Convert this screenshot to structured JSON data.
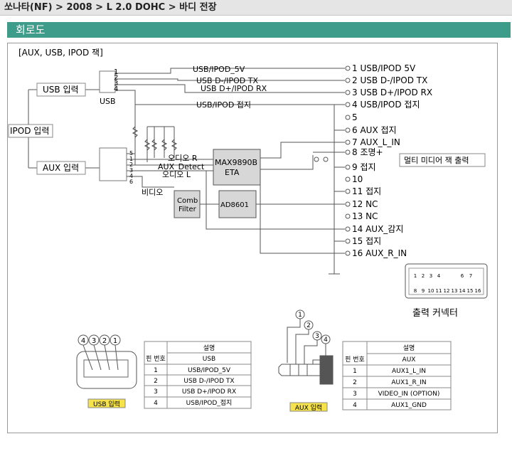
{
  "breadcrumb": "쏘나타(NF) > 2008 > L 2.0 DOHC > 바디 전장",
  "section_title": "회로도",
  "diagram": {
    "subtitle": "[AUX, USB, IPOD 잭]",
    "ipod_input": "IPOD 입력",
    "usb_input": "USB 입력",
    "aux_input": "AUX 입력",
    "usb_label": "USB",
    "usb_pins": [
      "1",
      "2",
      "3",
      "4"
    ],
    "aux_pins": [
      "5",
      "1",
      "2",
      "3",
      "4",
      "6"
    ],
    "wires": {
      "usb_5v": "USB/IPOD_5V",
      "usb_dminus": "USB D-/IPOD TX",
      "usb_dplus": "USB D+/IPOD RX",
      "usb_gnd": "USB/IPOD 접지",
      "audio_r": "오디오 R",
      "aux_detect": "AUX_Detect",
      "audio_l": "오디오 L",
      "video": "비디오"
    },
    "ic_max": "MAX9890B",
    "ic_max2": "ETA",
    "comb_filter1": "Comb",
    "comb_filter2": "Filter",
    "ic_ad": "AD8601",
    "output_pins": [
      "1 USB/IPOD 5V",
      "2 USB D-/IPOD TX",
      "3 USB D+/IPOD RX",
      "4 USB/IPOD 접지",
      "5",
      "6 AUX 접지",
      "7 AUX_L_IN",
      "8 조명+",
      "9 접지",
      "10",
      "11 접지",
      "12 NC",
      "13 NC",
      "14 AUX_감지",
      "15 접지",
      "16 AUX_R_IN"
    ],
    "multimedia_out": "멀티 미디어 잭 출력",
    "connector_caption": "출력 커넥터",
    "connector_top": [
      "1",
      "2",
      "3",
      "4",
      "",
      "6",
      "7"
    ],
    "connector_bottom": [
      "8",
      "9",
      "10",
      "11",
      "12",
      "13",
      "14",
      "15",
      "16"
    ],
    "usb_connector_numbers": [
      "4",
      "3",
      "2",
      "1"
    ],
    "usb_caption": "USB 입력",
    "aux_connector_numbers": [
      "1",
      "2",
      "3",
      "4"
    ],
    "aux_caption": "AUX 입력",
    "usb_table": {
      "header_desc": "설명",
      "header_pin": "핀 번호",
      "header_type": "USB",
      "rows": [
        [
          "1",
          "USB/IPOD_5V"
        ],
        [
          "2",
          "USB D-/IPOD TX"
        ],
        [
          "3",
          "USB D+/IPOD RX"
        ],
        [
          "4",
          "USB/IPOD_접지"
        ]
      ]
    },
    "aux_table": {
      "header_desc": "설명",
      "header_pin": "핀 번호",
      "header_type": "AUX",
      "rows": [
        [
          "1",
          "AUX1_L_IN"
        ],
        [
          "2",
          "AUX1_R_IN"
        ],
        [
          "3",
          "VIDEO_IN (OPTION)"
        ],
        [
          "4",
          "AUX1_GND"
        ]
      ]
    }
  }
}
